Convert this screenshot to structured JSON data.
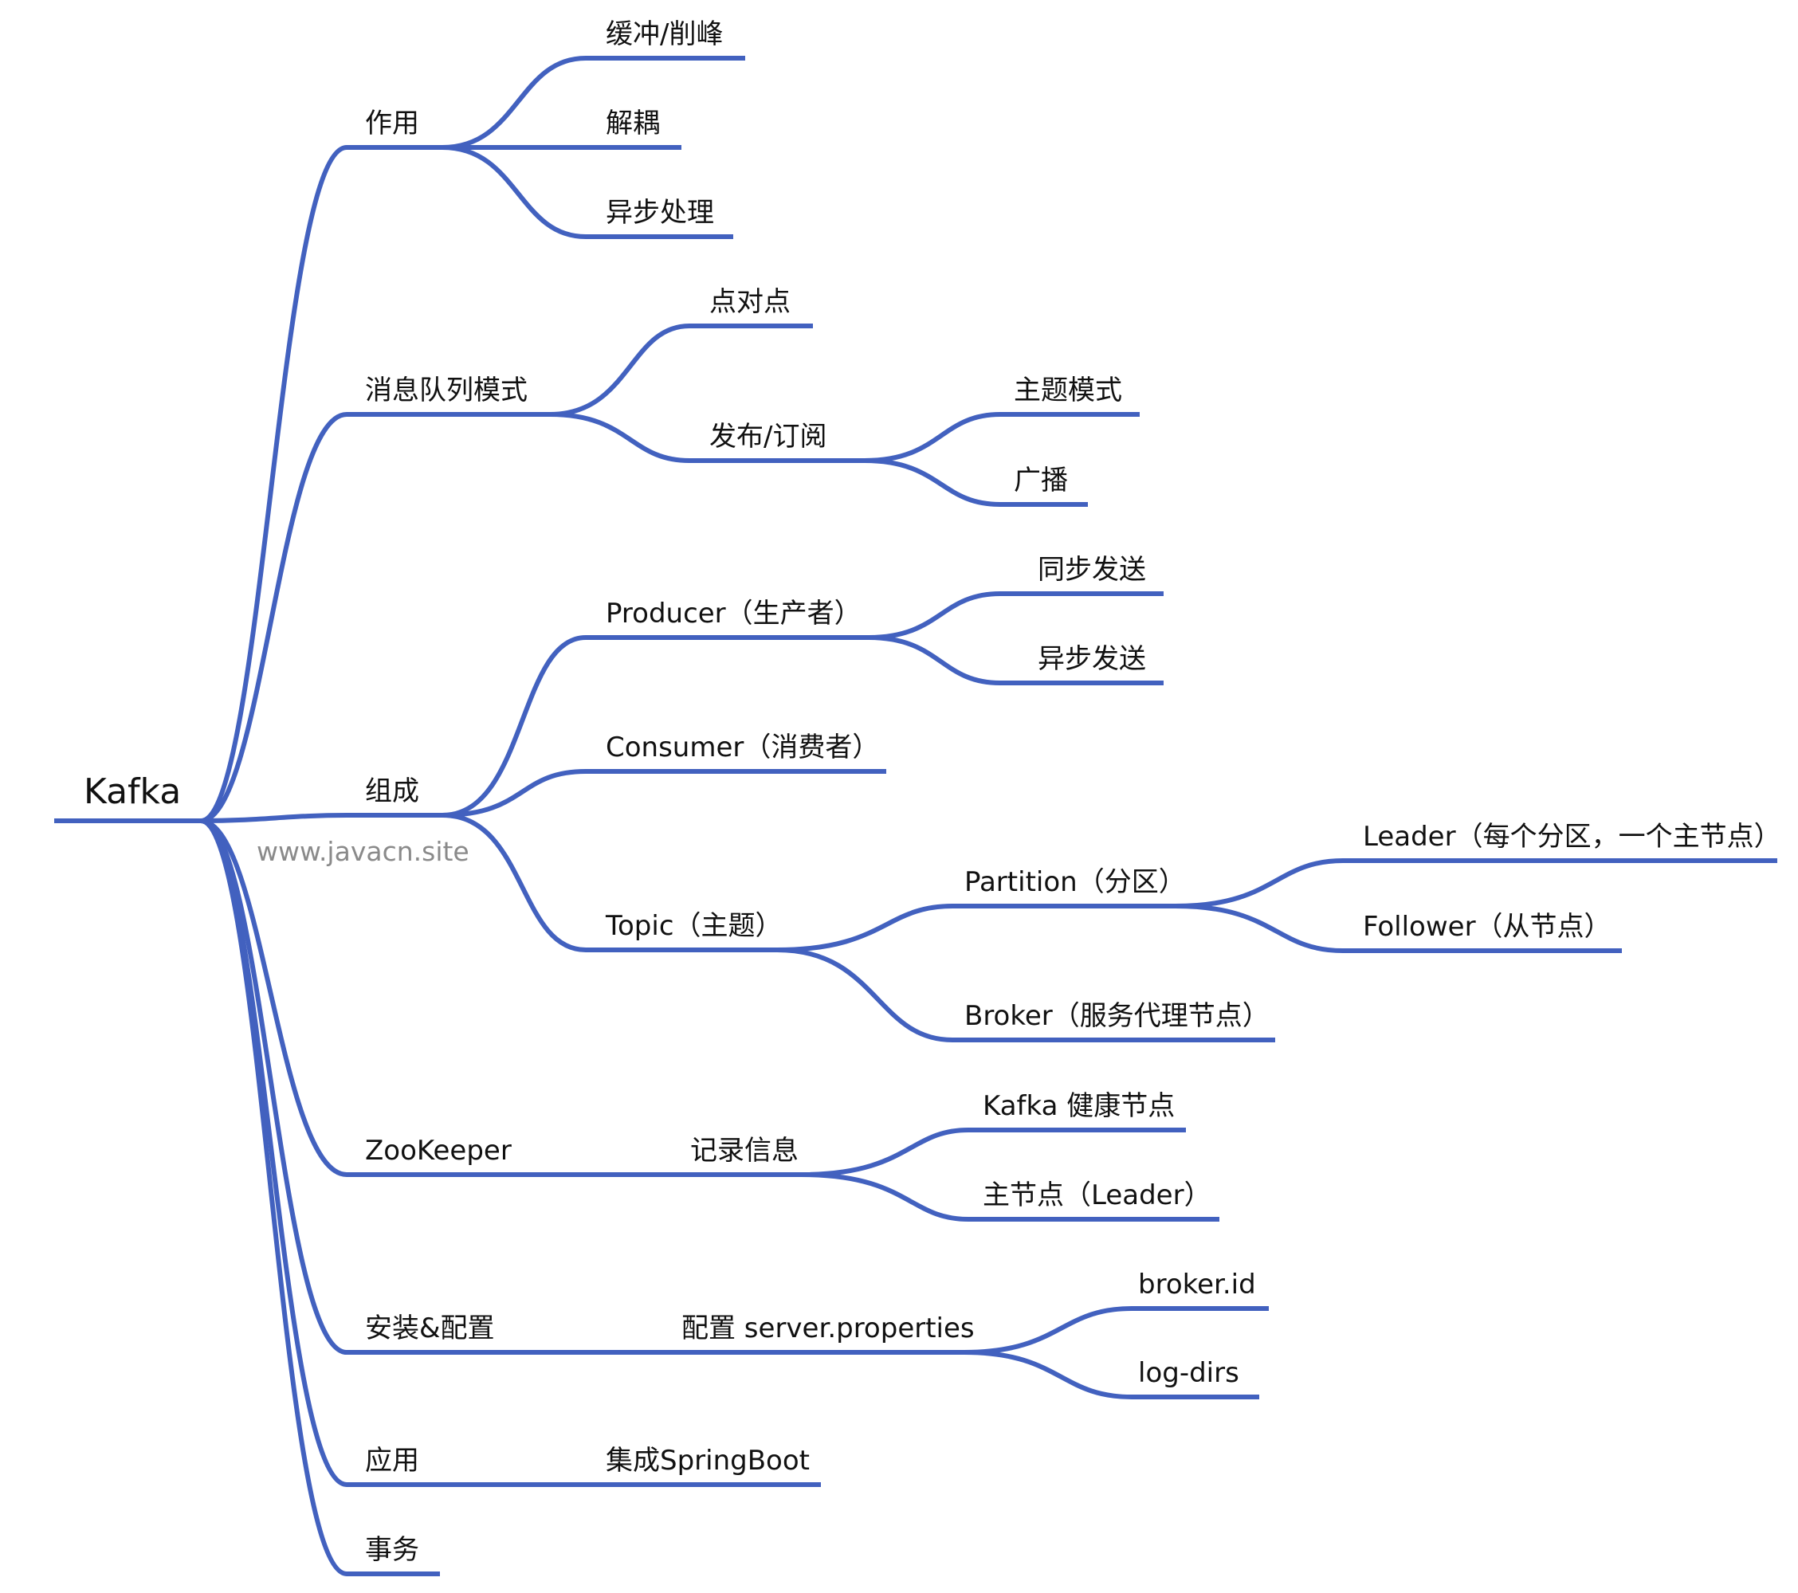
{
  "mindmap": {
    "root": "Kafka",
    "watermark": "www.javacn.site",
    "colors": {
      "edge": "#4261bf",
      "text": "#111111",
      "watermark": "#8a8a8a",
      "background": "#ffffff"
    },
    "branches": {
      "role": {
        "label": "作用",
        "children": {
          "buffer": "缓冲/削峰",
          "decouple": "解耦",
          "async": "异步处理"
        }
      },
      "mq_mode": {
        "label": "消息队列模式",
        "children": {
          "p2p": "点对点",
          "pubsub": {
            "label": "发布/订阅",
            "children": {
              "topic_mode": "主题模式",
              "broadcast": "广播"
            }
          }
        }
      },
      "composition": {
        "label": "组成",
        "children": {
          "producer": {
            "label": "Producer（生产者）",
            "children": {
              "sync_send": "同步发送",
              "async_send": "异步发送"
            }
          },
          "consumer": {
            "label": "Consumer（消费者）"
          },
          "topic": {
            "label": "Topic（主题）",
            "children": {
              "partition": {
                "label": "Partition（分区）",
                "children": {
                  "leader": "Leader（每个分区，一个主节点）",
                  "follower": "Follower（从节点）"
                }
              },
              "broker": {
                "label": "Broker（服务代理节点）"
              }
            }
          }
        }
      },
      "zookeeper": {
        "label": "ZooKeeper",
        "children": {
          "record": {
            "label": "记录信息",
            "children": {
              "health": "Kafka 健康节点",
              "leader": "主节点（Leader）"
            }
          }
        }
      },
      "install": {
        "label": "安装&配置",
        "children": {
          "config": {
            "label": "配置 server.properties",
            "children": {
              "broker_id": "broker.id",
              "log_dirs": "log-dirs"
            }
          }
        }
      },
      "app": {
        "label": "应用",
        "children": {
          "springboot": "集成SpringBoot"
        }
      },
      "tx": {
        "label": "事务"
      }
    }
  }
}
